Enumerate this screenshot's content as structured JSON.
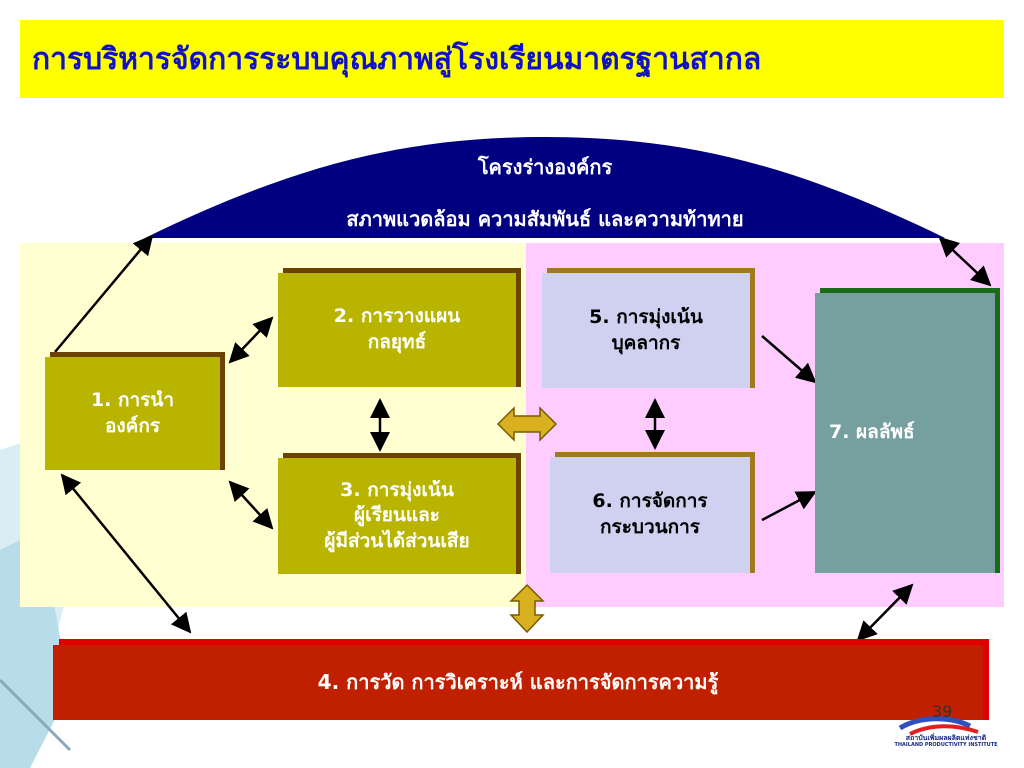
{
  "title": "การบริหารจัดการระบบคุณภาพสู่โรงเรียนมาตรฐานสากล",
  "frame": {
    "line1": "โครงร่างองค์กร",
    "line2": "สภาพแวดล้อม ความสัมพันธ์ และความท้าทาย"
  },
  "boxes": {
    "b1": [
      "1. การนำ",
      "องค์กร"
    ],
    "b2": [
      "2. การวางแผน",
      "กลยุทธ์"
    ],
    "b3": [
      "3. การมุ่งเน้น",
      "ผู้เรียนและ",
      "ผู้มีส่วนได้ส่วนเสีย"
    ],
    "b4": "4. การวัด การวิเคราะห์ และการจัดการความรู้",
    "b5": [
      "5. การมุ่งเน้น",
      "บุคลากร"
    ],
    "b6": [
      "6. การจัดการ",
      "กระบวนการ"
    ],
    "b7": "7. ผลลัพธ์"
  },
  "page_number": "39",
  "logo": {
    "thai": "สถาบันเพิ่มผลผลิตแห่งชาติ",
    "english": "THAILAND PRODUCTIVITY INSTITUTE"
  },
  "colors": {
    "title_bg": "#ffff00",
    "title_text": "#1010c8",
    "frame_bg": "#000080",
    "olive_box": "#b8b400",
    "lavender_box": "#d0d0f0",
    "results_box": "#76a0a0",
    "measurement_box": "#c02000"
  }
}
